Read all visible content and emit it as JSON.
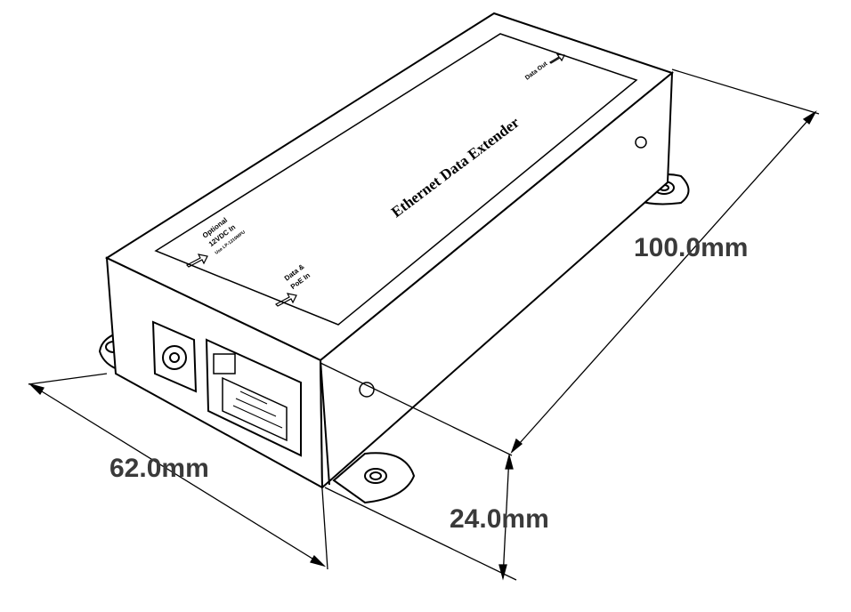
{
  "device": {
    "name_label": "Ethernet Data Extender",
    "port_dc_label_1": "Optional",
    "port_dc_label_2": "12VDC In",
    "port_dc_note": "Use LP-1210MPU",
    "port_in_label_1": "Data &",
    "port_in_label_2": "PoE In",
    "port_out_label": "Data Out"
  },
  "dimensions": {
    "length": "100.0mm",
    "width": "62.0mm",
    "height": "24.0mm"
  }
}
